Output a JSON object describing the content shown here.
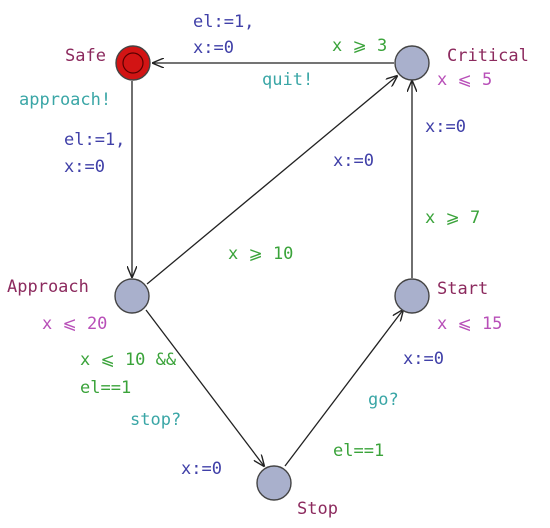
{
  "colors": {
    "location_fill": "#a9b0cc",
    "initial_fill": "#d21414",
    "edge": "#222222",
    "location_name": "#8c2a5e",
    "invariant": "#b84fb8",
    "guard": "#3aa33a",
    "sync": "#3aa6a6",
    "assign": "#4040a8"
  },
  "locations": {
    "safe": "Safe",
    "critical": "Critical",
    "approach": "Approach",
    "start": "Start",
    "stop": "Stop"
  },
  "invariants": {
    "critical": "x ⩽ 5",
    "approach": "x ⩽ 20",
    "start": "x ⩽ 15"
  },
  "edges": {
    "critical_to_safe": {
      "assign_1": "el:=1,",
      "assign_2": "x:=0",
      "guard": "x ⩾ 3",
      "sync": "quit!"
    },
    "safe_to_approach": {
      "sync": "approach!",
      "assign_1": "el:=1,",
      "assign_2": "x:=0"
    },
    "approach_to_critical": {
      "assign": "x:=0",
      "guard": "x ⩾ 10"
    },
    "start_to_critical": {
      "assign": "x:=0",
      "guard": "x ⩾ 7"
    },
    "approach_to_stop": {
      "guard_1": "x ⩽ 10 &&",
      "guard_2": "el==1",
      "sync": "stop?",
      "assign": "x:=0"
    },
    "stop_to_start": {
      "assign": "x:=0",
      "sync": "go?",
      "guard": "el==1"
    }
  }
}
